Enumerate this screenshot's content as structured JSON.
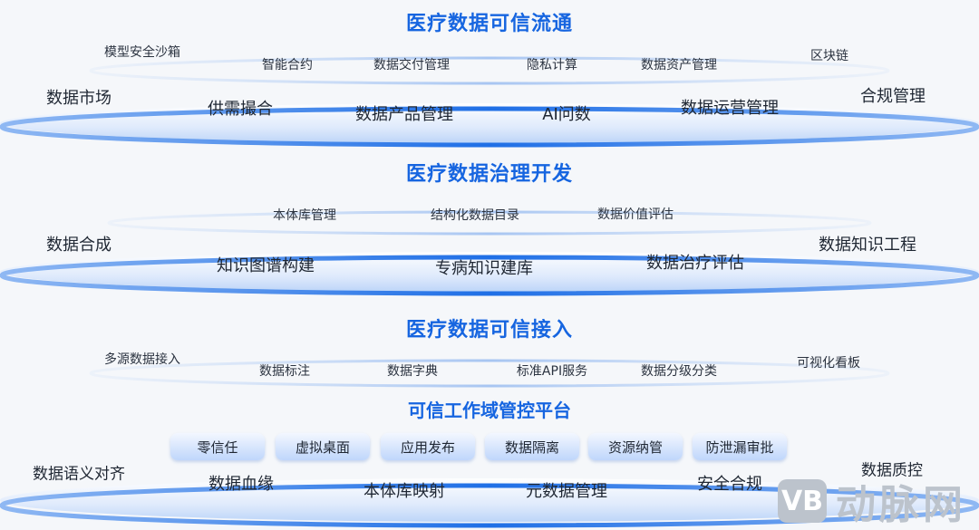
{
  "colors": {
    "title": "#1665e0",
    "disc_rim": "#2f7ae8",
    "disc_fill": "#e6effd",
    "pill_top": "#f3f7ff",
    "pill_bottom": "#bfd6fb"
  },
  "layer1": {
    "title": "医疗数据可信流通",
    "small": [
      "模型安全沙箱",
      "智能合约",
      "数据交付管理",
      "隐私计算",
      "数据资产管理",
      "区块链"
    ],
    "large": [
      "数据市场",
      "供需撮合",
      "数据产品管理",
      "AI问数",
      "数据运营管理",
      "合规管理"
    ]
  },
  "layer2": {
    "title": "医疗数据治理开发",
    "small": [
      "本体库管理",
      "结构化数据目录",
      "数据价值评估"
    ],
    "large": [
      "数据合成",
      "知识图谱构建",
      "专病知识建库",
      "数据治疗评估",
      "数据知识工程"
    ]
  },
  "layer3": {
    "title": "医疗数据可信接入",
    "small": [
      "多源数据接入",
      "数据标注",
      "数据字典",
      "标准API服务",
      "数据分级分类",
      "可视化看板"
    ],
    "platform_title": "可信工作域管控平台",
    "pills": [
      "零信任",
      "虚拟桌面",
      "应用发布",
      "数据隔离",
      "资源纳管",
      "防泄漏审批"
    ],
    "large": [
      "数据语义对齐",
      "数据血缘",
      "本体库映射",
      "元数据管理",
      "安全合规",
      "数据质控"
    ]
  },
  "watermark": {
    "logo_text": "VB",
    "text": "动脉网"
  }
}
